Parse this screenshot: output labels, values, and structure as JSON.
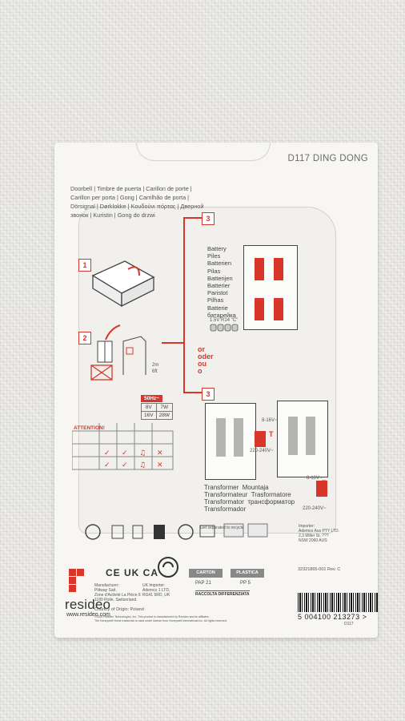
{
  "packaging": {
    "product_code": "D117 DING DONG",
    "names": "Doorbell | Timbre de puerta | Carillon de porte | Carillon per porta | Gong | Carrilhão de porta | Dörsignal | Dørklokke | Κουδούνι πόρτας | Дверной звонок | Kuristin | Gong do drzwi",
    "steps": [
      "1",
      "2",
      "3",
      "3"
    ],
    "battery_label": "Battery\nPiles\nBatterien\nPilas\nBatterijen\nBatterier\nParistot\nPilhas\nBatterie\nбатарейка",
    "battery_spec": "1.5V R14 \"C\"",
    "or_label": "or\noder\nou\no",
    "distance": "2m\n6ft",
    "freq": "50Hz~",
    "power_table": [
      [
        "8V",
        "7W"
      ],
      [
        "16V",
        "28W"
      ]
    ],
    "attention": "ATTENTION!",
    "voltage_low": "8-16V~",
    "voltage_high": "220-240V~",
    "transformer_label": "Transformer  Mountaja\nTransformateur  Trasformatore\nTransformator  трансформатор\nTransformador",
    "transformer_key": "T",
    "recycle_note": "Get separated to recycle",
    "importer_au": "Importer:\nAdemco Aus PTY LTD.\n2,3 Miller St, ???\nNSW 2060 AUS",
    "marks": "CE UK CA",
    "manufacturer": "Manufacturer:\nPittway Sarl,\nZone d'Activité La Pièce 6\n1180 Rolle, Switzerland",
    "uk_importer": "UK Importer:\nAdemco 1 LTD,\nRG41 5RD, UK",
    "origin": "Country of Origin: Poland",
    "copyright": "©2022 Resideo Technologies, Inc. This product is manufactured by Resideo and its affiliates.\nThe Honeywell Home trademark is used under license from Honeywell International Inc. All rights reserved.",
    "carton": "CARTON",
    "plastica": "PLASTICA",
    "pap": "PAP 21",
    "pp": "PP 5",
    "raccolta": "RACCOLTA DIFFERENZIATA",
    "part_no": "32321865-001  Rev. C",
    "brand": "resideo",
    "website": "www.resideo.com",
    "barcode_digits": "5 004100 213273 >",
    "barcode_suffix": "D117"
  }
}
